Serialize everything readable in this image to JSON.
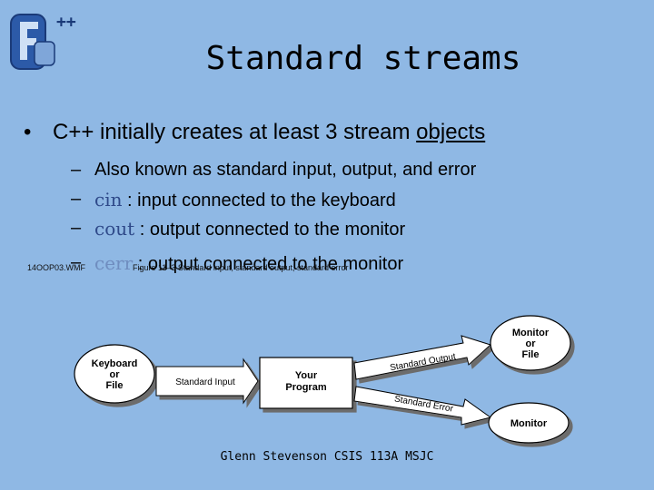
{
  "slide": {
    "title": "Standard streams",
    "bullet": {
      "prefix": "C++ initially creates at least 3 stream ",
      "underlined": "objects"
    },
    "subitems": [
      {
        "dash": "–",
        "code": "",
        "text": "Also known as standard input, output, and error"
      },
      {
        "dash": "–",
        "code": "cin",
        "text": " : input connected to the keyboard"
      },
      {
        "dash": "–",
        "code": "cout",
        "text": " : output connected to the monitor"
      },
      {
        "dash": "–",
        "code": "cerr",
        "text": " : output connected to the monitor"
      }
    ],
    "overlay": {
      "filename": "14OOP03.WMF",
      "caption": "Figure 11–3  Standard input, standard output, standard error"
    },
    "diagram": {
      "keyboard_box": [
        "Keyboard",
        "or",
        "File"
      ],
      "standard_input": "Standard Input",
      "program_box": [
        "Your",
        "Program"
      ],
      "standard_output": "Standard Output",
      "standard_error": "Standard Error",
      "monitor_or_file_box": [
        "Monitor",
        "or",
        "File"
      ],
      "monitor_box": "Monitor"
    },
    "footer": "Glenn Stevenson CSIS 113A MSJC",
    "colors": {
      "background": "#8fb8e4",
      "code": "#2f4a8a"
    }
  }
}
